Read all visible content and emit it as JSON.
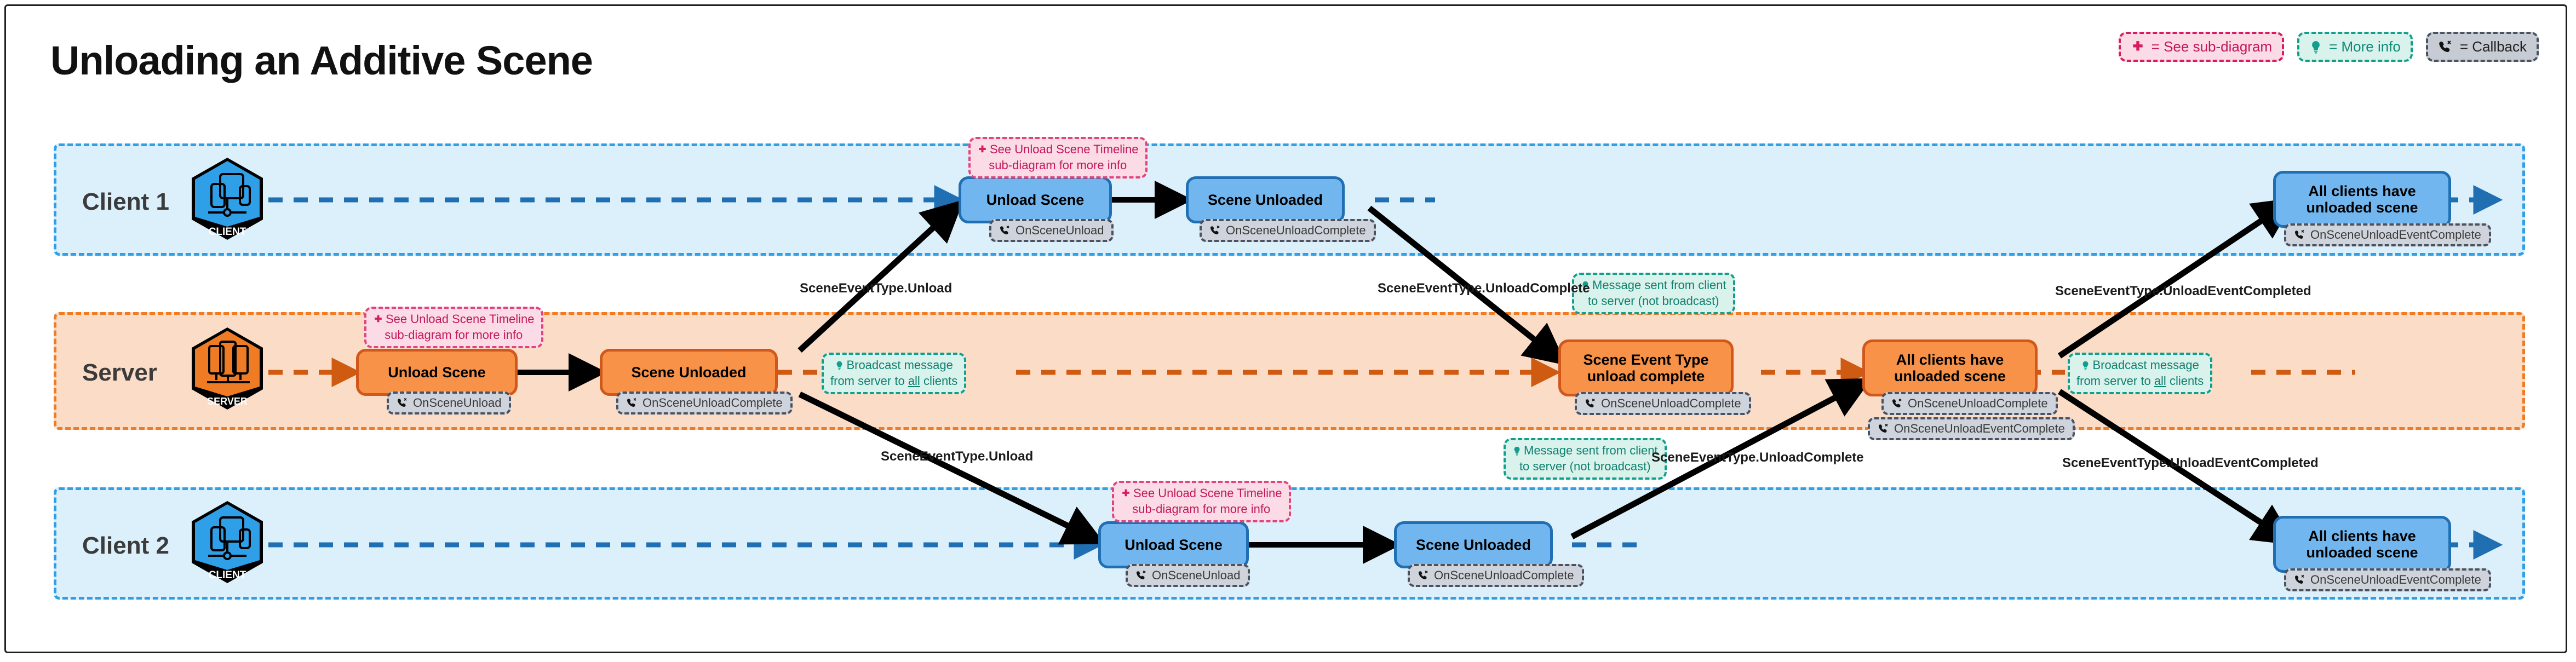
{
  "title": "Unloading an Additive Scene",
  "legend": [
    {
      "icon": "plus-icon",
      "label": "= See sub-diagram",
      "color": "#c2185b"
    },
    {
      "icon": "lightbulb-icon",
      "label": "= More info",
      "color": "#0f8a78"
    },
    {
      "icon": "callback-phone-icon",
      "label": "= Callback",
      "color": "#222222"
    }
  ],
  "lanes": [
    {
      "key": "client1",
      "label": "Client 1",
      "badge": "CLIENT",
      "accent": "#2f9fe8",
      "fill": "#dcf0fb"
    },
    {
      "key": "server",
      "label": "Server",
      "badge": "SERVER",
      "accent": "#ef7c24",
      "fill": "#fbdcc7"
    },
    {
      "key": "client2",
      "label": "Client 2",
      "badge": "CLIENT",
      "accent": "#ef7c24",
      "fill": "#dcf0fb"
    }
  ],
  "nodes": {
    "c1_unload": {
      "label": "Unload Scene",
      "callbacks": [
        "OnSceneUnload"
      ]
    },
    "c1_unloaded": {
      "label": "Scene Unloaded",
      "callbacks": [
        "OnSceneUnloadComplete"
      ]
    },
    "c1_all": {
      "label": "All clients have unloaded scene",
      "callbacks": [
        "OnSceneUnloadEventComplete"
      ]
    },
    "s_unload": {
      "label": "Unload Scene",
      "callbacks": [
        "OnSceneUnload"
      ]
    },
    "s_unloaded": {
      "label": "Scene Unloaded",
      "callbacks": [
        "OnSceneUnloadComplete"
      ]
    },
    "s_eventtype": {
      "label": "Scene Event Type unload complete",
      "callbacks": [
        "OnSceneUnloadComplete"
      ]
    },
    "s_all": {
      "label": "All clients have unloaded scene",
      "callbacks": [
        "OnSceneUnloadComplete",
        "OnSceneUnloadEventComplete"
      ]
    },
    "c2_unload": {
      "label": "Unload Scene",
      "callbacks": [
        "OnSceneUnload"
      ]
    },
    "c2_unloaded": {
      "label": "Scene Unloaded",
      "callbacks": [
        "OnSceneUnloadComplete"
      ]
    },
    "c2_all": {
      "label": "All clients have unloaded scene",
      "callbacks": [
        "OnSceneUnloadEventComplete"
      ]
    }
  },
  "notes": {
    "subdiagram": "See Unload Scene Timeline sub-diagram for more info",
    "subdiagram_line1": "See Unload Scene Timeline",
    "subdiagram_line2": "sub-diagram for more info",
    "broadcast_line1": "Broadcast message",
    "broadcast_line2a": "from server to ",
    "broadcast_line2b": "all",
    "broadcast_line2c": " clients",
    "client_to_server_line1": "Message sent from client",
    "client_to_server_line2": "to server (not broadcast)"
  },
  "edge_labels": {
    "unload": "SceneEventType.Unload",
    "unload_complete": "SceneEventType.UnloadComplete",
    "unload_event_completed": "SceneEventType.UnloadEventCompleted"
  },
  "colors": {
    "client_accent": "#2f9fe8",
    "client_lane_fill": "#dcf0fb",
    "client_node_fill": "#72b6ef",
    "client_node_border": "#1f6fb2",
    "server_accent": "#ef7c24",
    "server_lane_fill": "#fbdcc7",
    "server_node_fill": "#f79248",
    "server_node_border": "#d1571a",
    "callback_fill": "#cfd4dc",
    "callback_border": "#4a5260",
    "note_pink_fill": "#fbdce6",
    "note_pink_border": "#e0447e",
    "note_teal_fill": "#d9f2ec",
    "note_teal_border": "#139e8b",
    "arrow_black": "#000000",
    "frame_border": "#1f1f1f"
  }
}
